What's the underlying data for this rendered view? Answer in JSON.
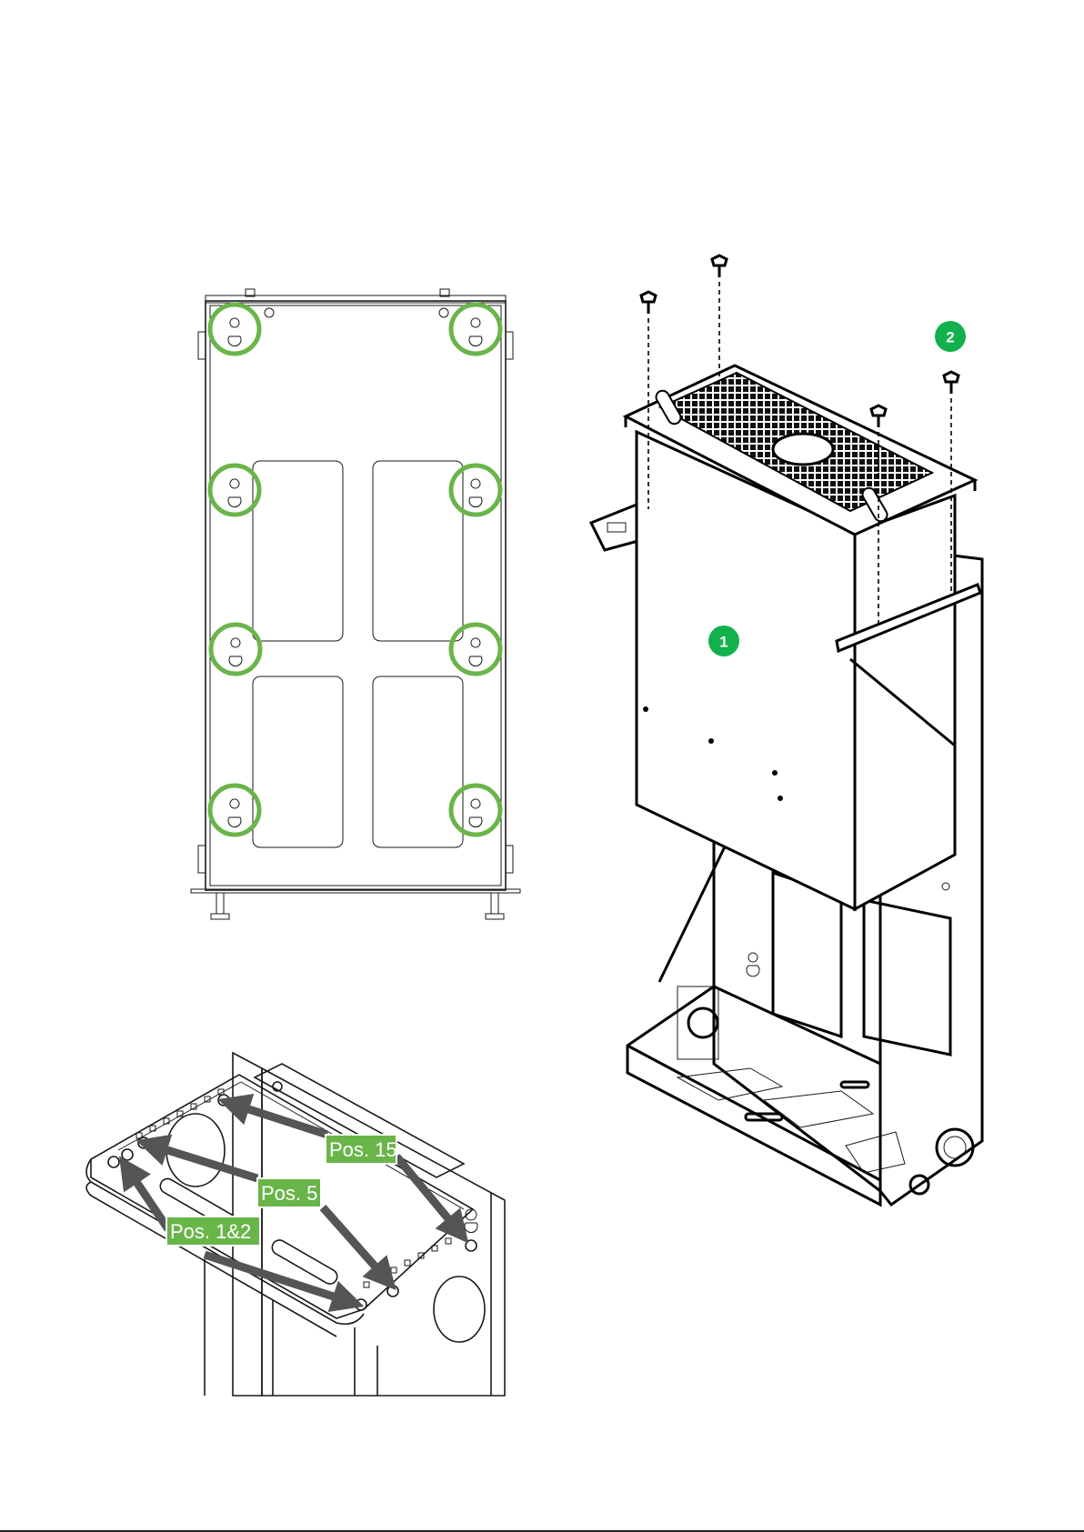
{
  "colors": {
    "accent_green": "#6ab54a",
    "badge_green": "#12b14b",
    "arrow_gray": "#555555",
    "line_black": "#000000"
  },
  "labels": {
    "pos_15": "Pos. 15",
    "pos_5": "Pos. 5",
    "pos_1_2": "Pos. 1&2"
  },
  "badges": {
    "enclosure": "1",
    "screws": "2"
  }
}
